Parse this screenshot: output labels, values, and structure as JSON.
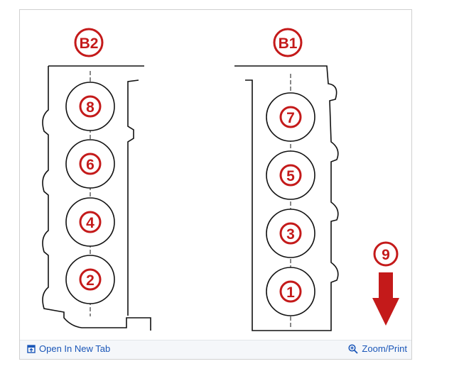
{
  "diagram": {
    "bank_b2_label": "B2",
    "bank_b1_label": "B1",
    "bank_b2_cylinders": [
      "8",
      "6",
      "4",
      "2"
    ],
    "bank_b1_cylinders": [
      "7",
      "5",
      "3",
      "1"
    ],
    "front_marker_label": "9",
    "accent_color": "#c41a1a",
    "line_color": "#111111"
  },
  "footer": {
    "open_tab_label": "Open In New Tab",
    "open_tab_icon": "open-in-new-tab-icon",
    "zoom_print_label": "Zoom/Print",
    "zoom_print_icon": "zoom-in-icon",
    "link_color": "#1a56b8"
  }
}
